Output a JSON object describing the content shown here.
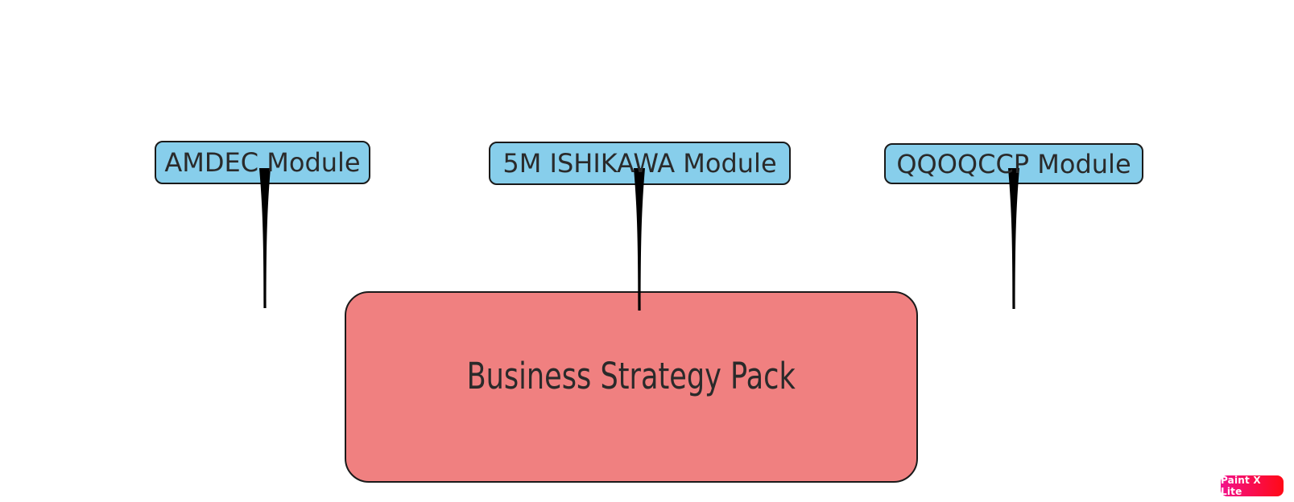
{
  "diagram": {
    "modules": [
      {
        "id": "amdec",
        "label": "AMDEC Module"
      },
      {
        "id": "ishikawa",
        "label": "5M ISHIKAWA Module"
      },
      {
        "id": "qqoqccp",
        "label": "QQOQCCP Module"
      }
    ],
    "pack": {
      "label": "Business Strategy Pack"
    },
    "edges": [
      {
        "from": "amdec",
        "to": "pack",
        "style": "tapered"
      },
      {
        "from": "ishikawa",
        "to": "pack",
        "style": "tapered"
      },
      {
        "from": "qqoqccp",
        "to": "pack",
        "style": "tapered"
      }
    ],
    "colors": {
      "module_fill": "#87CEEB",
      "pack_fill": "#F08080",
      "border": "#1a1a1a",
      "text": "#2a2a2a",
      "arrow": "#000000",
      "background": "#ffffff"
    }
  },
  "watermark": {
    "label": "Paint X Lite",
    "gradient_start": "#F2128C",
    "gradient_end": "#FF0A16",
    "text_color": "#ffffff"
  }
}
